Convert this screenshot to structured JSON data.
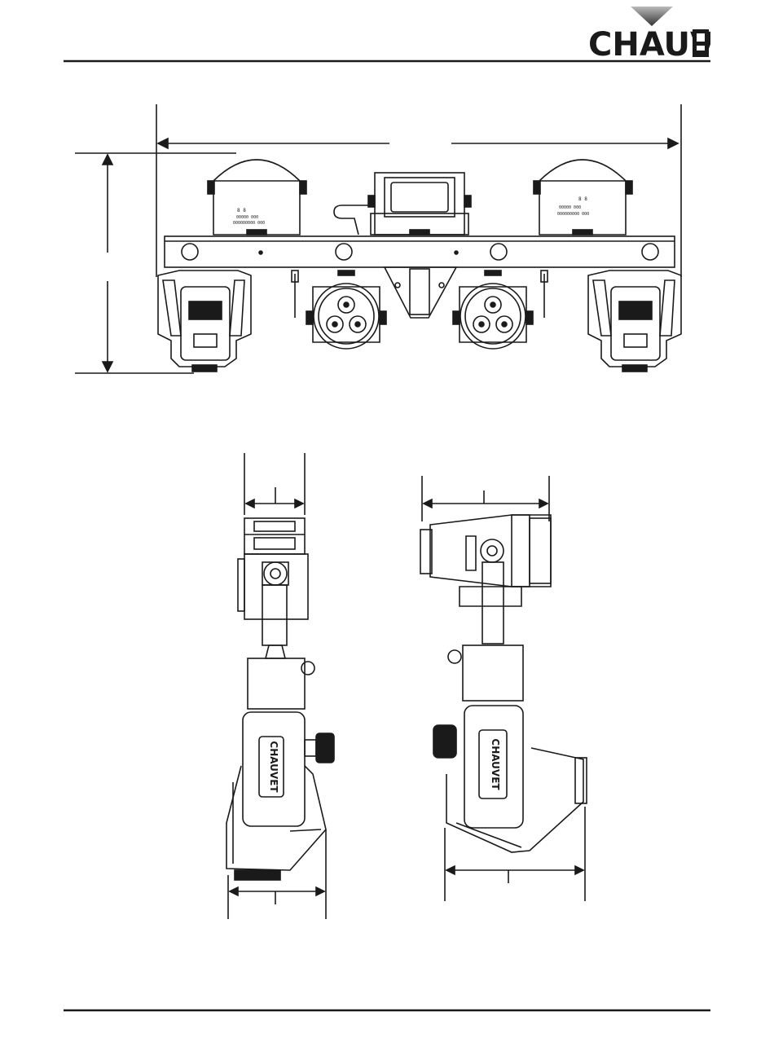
{
  "brand": {
    "logo_text": "CHAUVET",
    "logo_suffix": "DJ",
    "fixture_logo_text": "CHAUVET"
  },
  "fixture_labels": {
    "wash_pod_left": "8 8  00000  000  000000000 000",
    "wash_pod_right": "8 8  00000  000  000000000 000"
  },
  "colors": {
    "line": "#1a1a1a",
    "logo_gradient_light": "#bbbbbb",
    "logo_gradient_dark": "#333333"
  }
}
